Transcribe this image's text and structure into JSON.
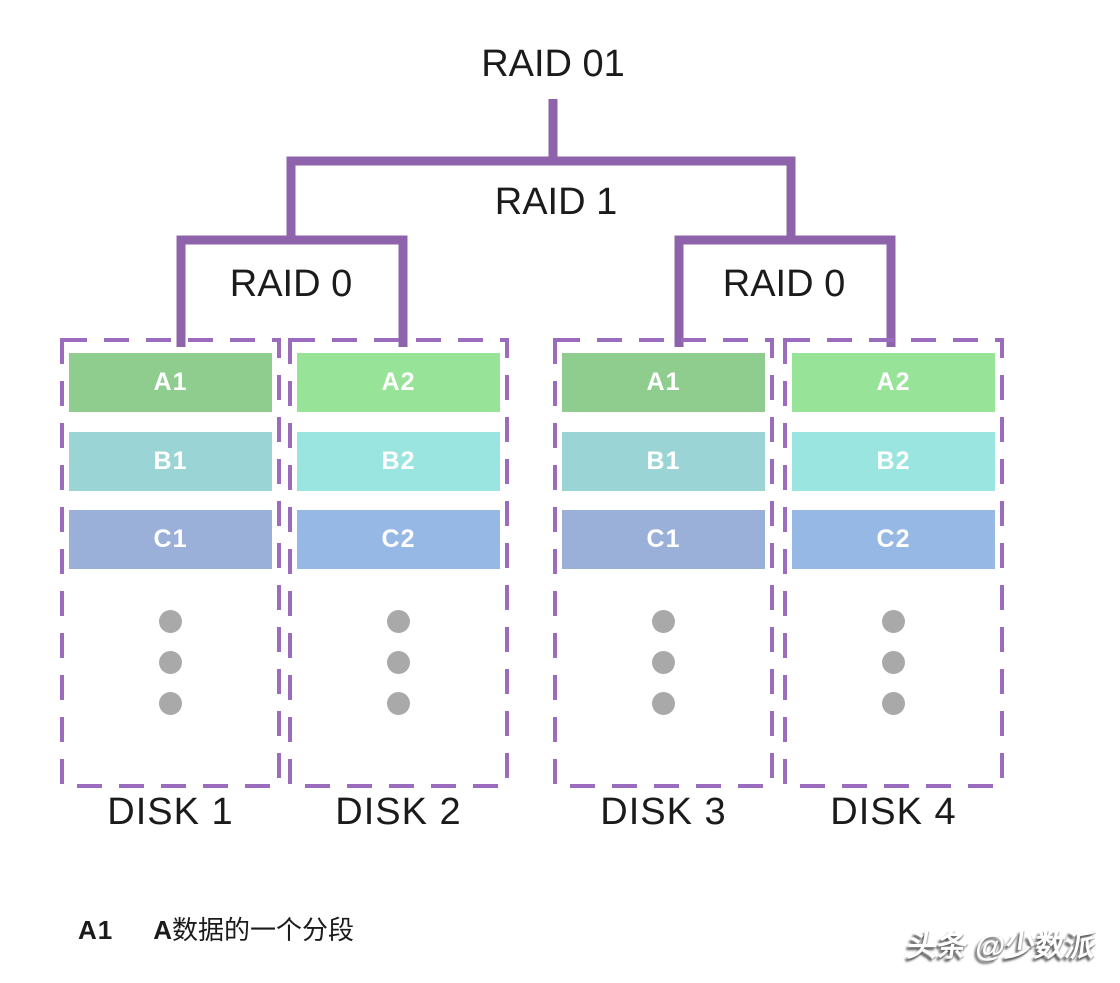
{
  "title": "RAID 01",
  "tree": {
    "level1_label": "RAID 1",
    "level2_left_label": "RAID 0",
    "level2_right_label": "RAID 0"
  },
  "disks": [
    {
      "name": "DISK 1",
      "blocks": [
        {
          "label": "A1",
          "color": "#8ecd8e"
        },
        {
          "label": "B1",
          "color": "#9bd4d4"
        },
        {
          "label": "C1",
          "color": "#9ab0d8"
        }
      ]
    },
    {
      "name": "DISK 2",
      "blocks": [
        {
          "label": "A2",
          "color": "#97e397"
        },
        {
          "label": "B2",
          "color": "#9ae5e0"
        },
        {
          "label": "C2",
          "color": "#96b8e4"
        }
      ]
    },
    {
      "name": "DISK 3",
      "blocks": [
        {
          "label": "A1",
          "color": "#8ecd8e"
        },
        {
          "label": "B1",
          "color": "#9bd4d4"
        },
        {
          "label": "C1",
          "color": "#9ab0d8"
        }
      ]
    },
    {
      "name": "DISK 4",
      "blocks": [
        {
          "label": "A2",
          "color": "#97e397"
        },
        {
          "label": "B2",
          "color": "#9ae5e0"
        },
        {
          "label": "C2",
          "color": "#96b8e4"
        }
      ]
    }
  ],
  "legend": {
    "key": "A1",
    "desc_bold": "A",
    "desc_rest": "数据的一个分段"
  },
  "watermark": "头条 @少数派",
  "colors": {
    "tree_line": "#8f63ab",
    "disk_border": "#9b6cbd",
    "dots": "#a9a9a9",
    "text": "#1b1b1b",
    "block_text": "#ffffff"
  }
}
